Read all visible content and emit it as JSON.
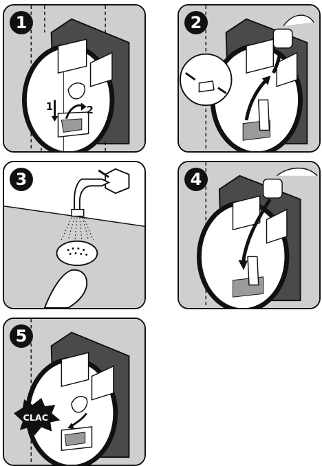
{
  "steps": [
    {
      "number": "1",
      "arrow_labels": [
        "1",
        "2"
      ]
    },
    {
      "number": "2"
    },
    {
      "number": "3"
    },
    {
      "number": "4"
    },
    {
      "number": "5",
      "sound": "CLAC"
    }
  ],
  "colors": {
    "outline": "#111111",
    "appliance_body": "#4a4a4a",
    "background_wall": "#cfcfcf",
    "white": "#ffffff"
  },
  "icons": [
    "hand-icon",
    "filter-icon",
    "tap-icon",
    "water-spray-icon",
    "arrow-icon",
    "burst-icon"
  ]
}
